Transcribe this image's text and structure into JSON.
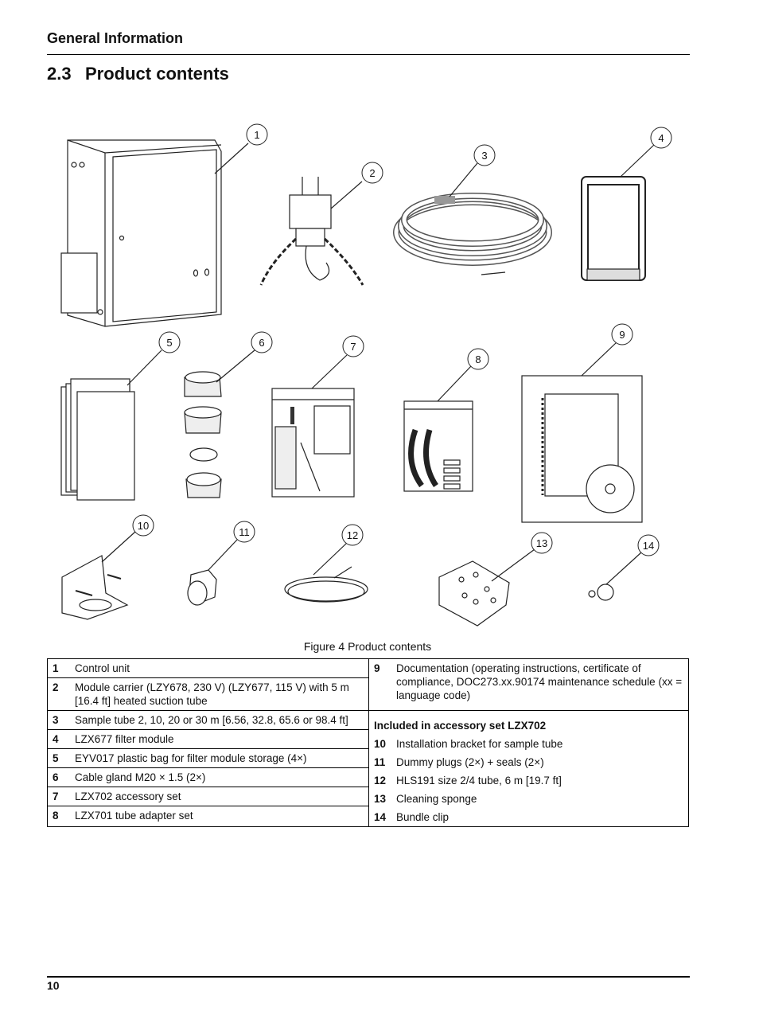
{
  "header": {
    "title": "General Information"
  },
  "section": {
    "number": "2.3",
    "title": "Product contents"
  },
  "figure": {
    "caption": "Figure 4 Product contents",
    "callouts": [
      "1",
      "2",
      "3",
      "4",
      "5",
      "6",
      "7",
      "8",
      "9",
      "10",
      "11",
      "12",
      "13",
      "14"
    ]
  },
  "legend": {
    "left": [
      {
        "num": "1",
        "text": "Control unit"
      },
      {
        "num": "2",
        "text": "Module carrier (LZY678, 230 V) (LZY677, 115 V) with 5 m [16.4 ft] heated suction tube"
      },
      {
        "num": "3",
        "text": "Sample tube 2, 10, 20 or 30 m [6.56, 32.8, 65.6 or 98.4 ft]"
      },
      {
        "num": "4",
        "text": "LZX677 filter module"
      },
      {
        "num": "5",
        "text": "EYV017 plastic bag for filter module storage (4×)"
      },
      {
        "num": "6",
        "text": "Cable gland M20 × 1.5 (2×)"
      },
      {
        "num": "7",
        "text": "LZX702 accessory set"
      },
      {
        "num": "8",
        "text": "LZX701 tube adapter set"
      }
    ],
    "right_top": {
      "num": "9",
      "text": "Documentation (operating instructions, certificate of compliance, DOC273.xx.90174 maintenance schedule (xx = language code)"
    },
    "accessory_heading": "Included in accessory set LZX702",
    "right": [
      {
        "num": "10",
        "text": "Installation bracket for sample tube"
      },
      {
        "num": "11",
        "text": "Dummy plugs (2×) + seals (2×)"
      },
      {
        "num": "12",
        "text": "HLS191 size 2/4 tube, 6 m [19.7 ft]"
      },
      {
        "num": "13",
        "text": "Cleaning sponge"
      },
      {
        "num": "14",
        "text": "Bundle clip"
      }
    ]
  },
  "footer": {
    "page_number": "10"
  }
}
